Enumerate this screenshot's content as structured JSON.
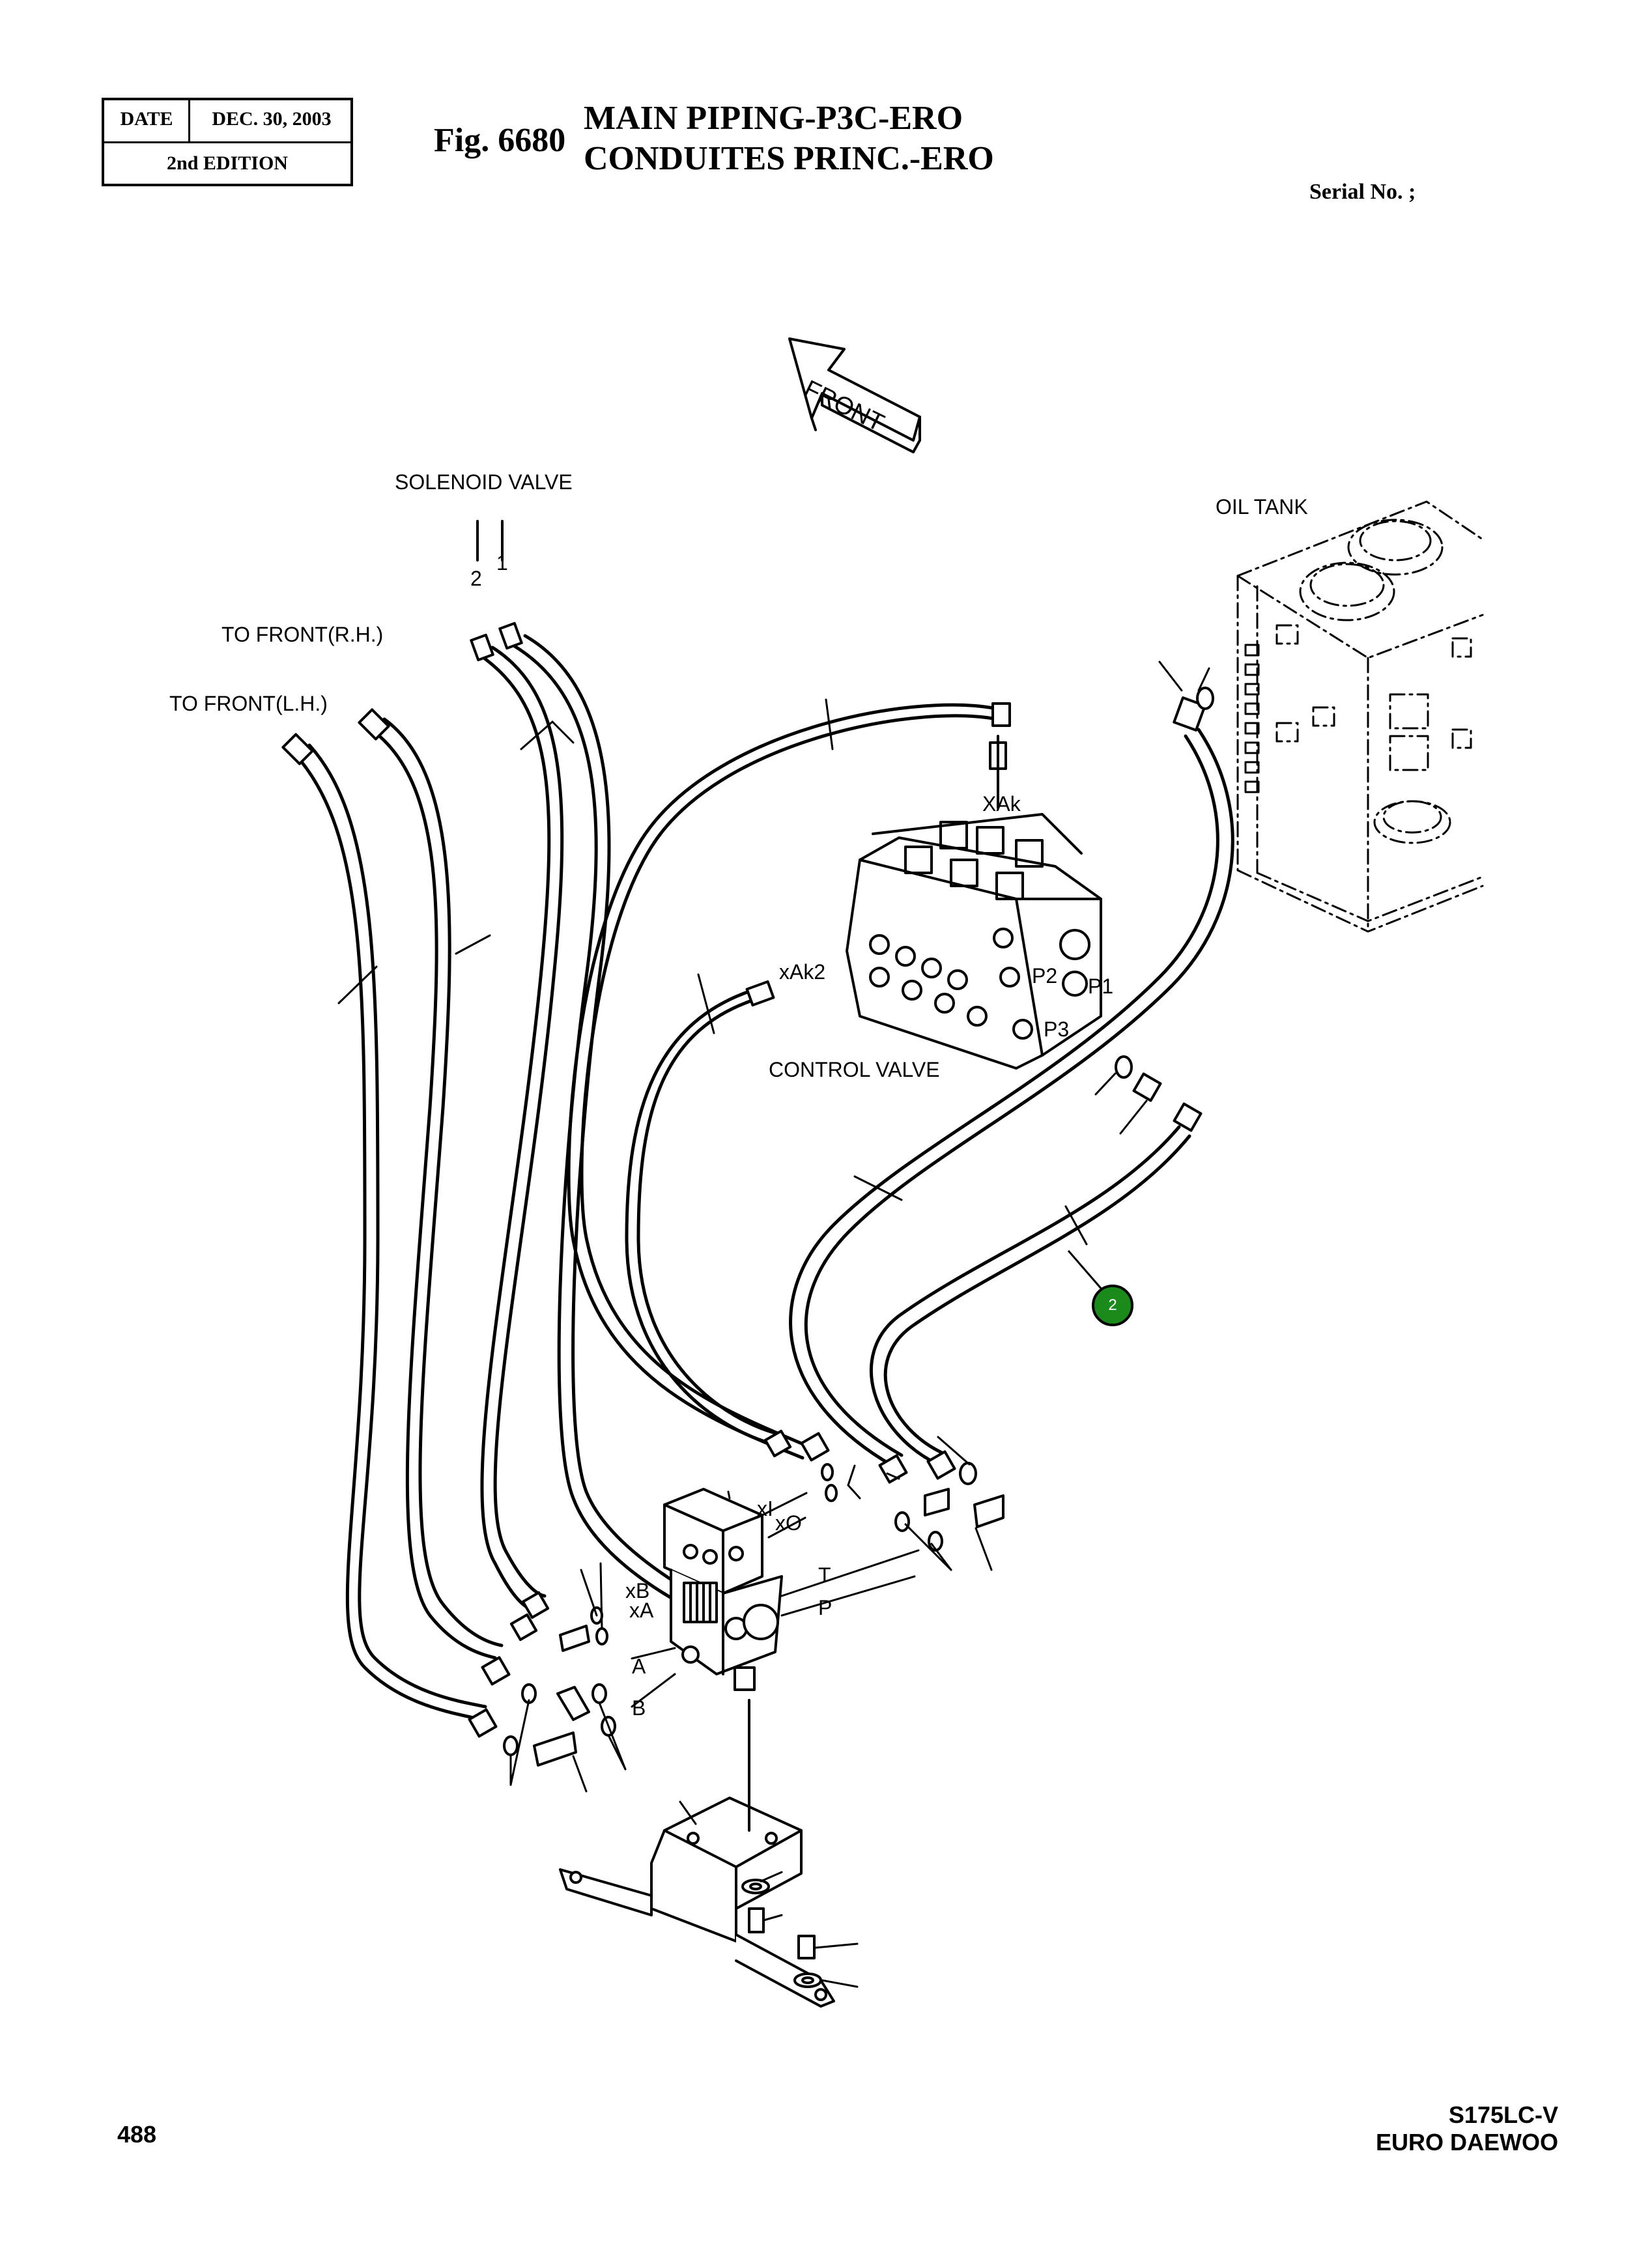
{
  "header": {
    "date_label": "DATE",
    "date_value": "DEC. 30, 2003",
    "edition": "2nd EDITION",
    "fig_label": "Fig. 6680",
    "title_en": "MAIN PIPING-P3C-ERO",
    "title_fr": "CONDUITES PRINC.-ERO",
    "serial": "Serial No. ;"
  },
  "diagram": {
    "front_label": "FRONT",
    "solenoid_valve": "SOLENOID VALVE",
    "arrow_1": "1",
    "arrow_2": "2",
    "to_front_rh": "TO FRONT(R.H.)",
    "to_front_lh": "TO FRONT(L.H.)",
    "oil_tank": "OIL TANK",
    "control_valve": "CONTROL VALVE",
    "port_xak": "XAk",
    "port_xak2": "xAk2",
    "port_p1": "P1",
    "port_p2": "P2",
    "port_p3": "P3",
    "port_xi": "xI",
    "port_xo": "xO",
    "port_xb": "xB",
    "port_xa": "xA",
    "port_t": "T",
    "port_p": "P",
    "port_a": "A",
    "port_b": "B",
    "callout_2": "2",
    "callout_color": "#1a8a1a"
  },
  "footer": {
    "page_number": "488",
    "model": "S175LC-V",
    "brand": "EURO DAEWOO"
  }
}
